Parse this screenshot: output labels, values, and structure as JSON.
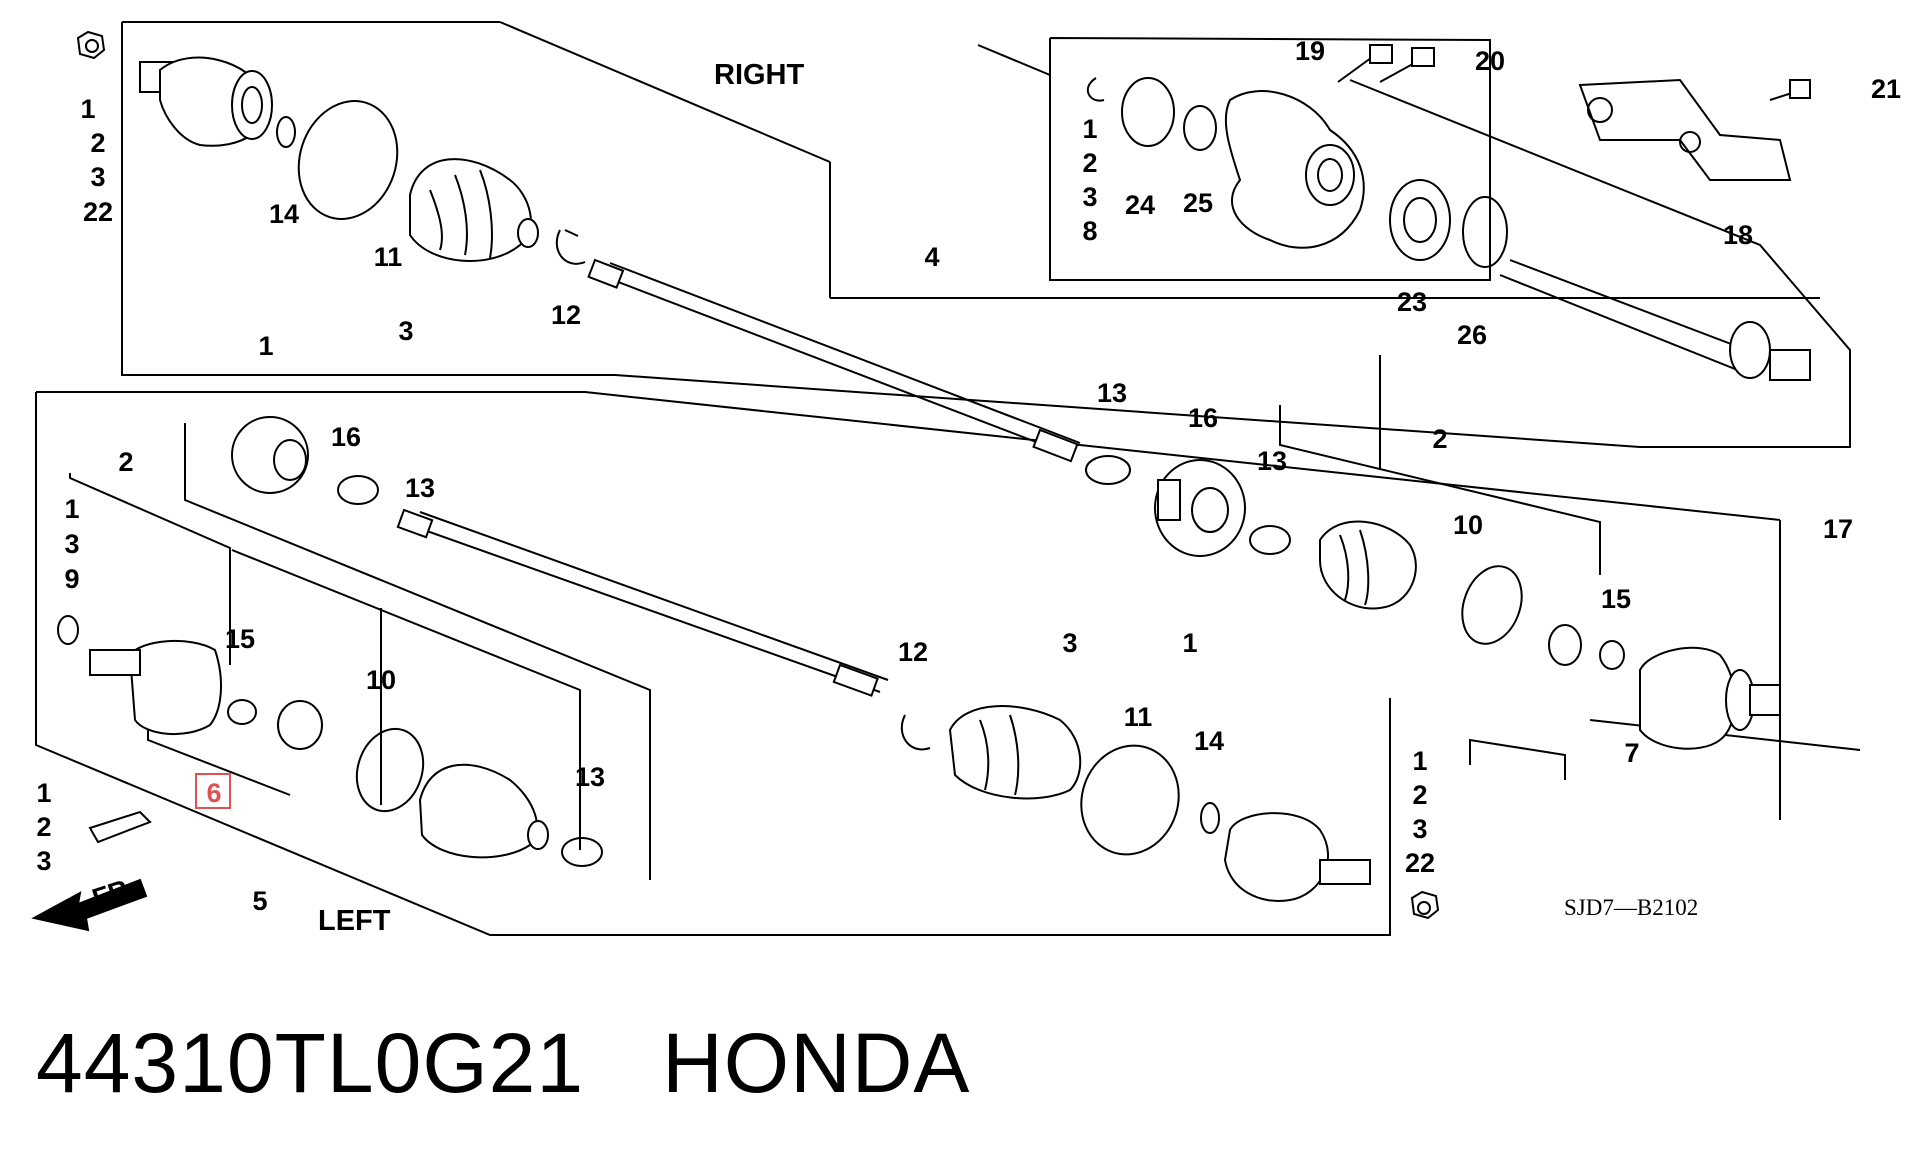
{
  "diagram": {
    "right_label": "RIGHT",
    "left_label": "LEFT",
    "front_label": "FR.",
    "drawing_code": "SJD7—B2102",
    "callouts": {
      "r_hub_1": "1",
      "r_hub_2": "2",
      "r_hub_3": "3",
      "r_hub_22": "22",
      "r_14": "14",
      "r_11": "11",
      "r_3": "3",
      "r_1": "1",
      "r_12": "12",
      "r_4": "4",
      "r_snap_1": "1",
      "r_snap_2": "2",
      "r_snap_3": "3",
      "r_snap_8": "8",
      "r_24": "24",
      "r_25": "25",
      "r_19": "19",
      "r_20": "20",
      "r_21": "21",
      "r_18": "18",
      "r_23": "23",
      "r_26": "26",
      "r_17": "17",
      "m_13a": "13",
      "m_16a": "16",
      "m_13b": "13",
      "m_2": "2",
      "m_10": "10",
      "m_15": "15",
      "m_7": "7",
      "l_16": "16",
      "l_13": "13",
      "l_2": "2",
      "l_side_1": "1",
      "l_side_3": "3",
      "l_side_9": "9",
      "l_15": "15",
      "l_10": "10",
      "l_13b": "13",
      "l_6": "6",
      "l_5": "5",
      "l_grease_1": "1",
      "l_grease_2": "2",
      "l_grease_3": "3",
      "l_12": "12",
      "l_3": "3",
      "l_1": "1",
      "l_11": "11",
      "l_14": "14",
      "l_hub_1": "1",
      "l_hub_2": "2",
      "l_hub_3": "3",
      "l_hub_22": "22"
    }
  },
  "footer": {
    "part_number": "44310TL0G21",
    "brand": "HONDA"
  },
  "colors": {
    "line": "#000000",
    "highlight": "#e05252",
    "background": "#ffffff"
  }
}
